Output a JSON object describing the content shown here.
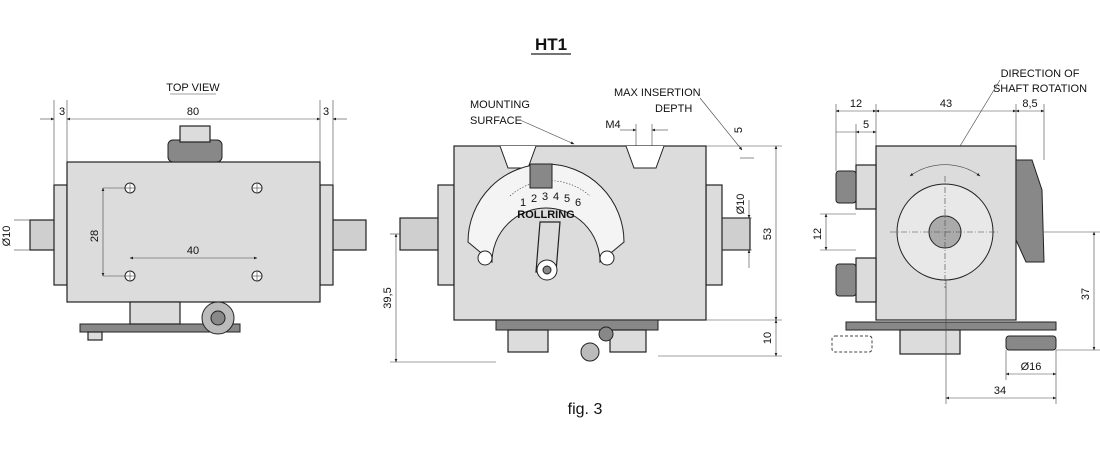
{
  "title": "HT1",
  "caption": "fig. 3",
  "top_view": {
    "label": "TOP VIEW",
    "dims": {
      "d3_left": "3",
      "d80": "80",
      "d3_right": "3",
      "d28": "28",
      "d40": "40",
      "d_shaft": "Ø10"
    }
  },
  "front_view": {
    "mounting_surface": [
      "MOUNTING",
      "SURFACE"
    ],
    "max_insertion": [
      "MAX INSERTION",
      "DEPTH"
    ],
    "dims": {
      "m4": "M4",
      "d5": "5",
      "d_shaft": "Ø10",
      "d53": "53",
      "d39_5": "39,5",
      "d10": "10"
    },
    "brand": "ROLLRING",
    "scale_digits": [
      "1",
      "2",
      "3",
      "4",
      "5",
      "6"
    ]
  },
  "side_view": {
    "direction_label": [
      "DIRECTION OF",
      "SHAFT ROTATION"
    ],
    "dims": {
      "d12_top": "12",
      "d43": "43",
      "d8_5": "8,5",
      "d5": "5",
      "d12_left": "12",
      "d37": "37",
      "d16": "Ø16",
      "d34": "34"
    }
  }
}
